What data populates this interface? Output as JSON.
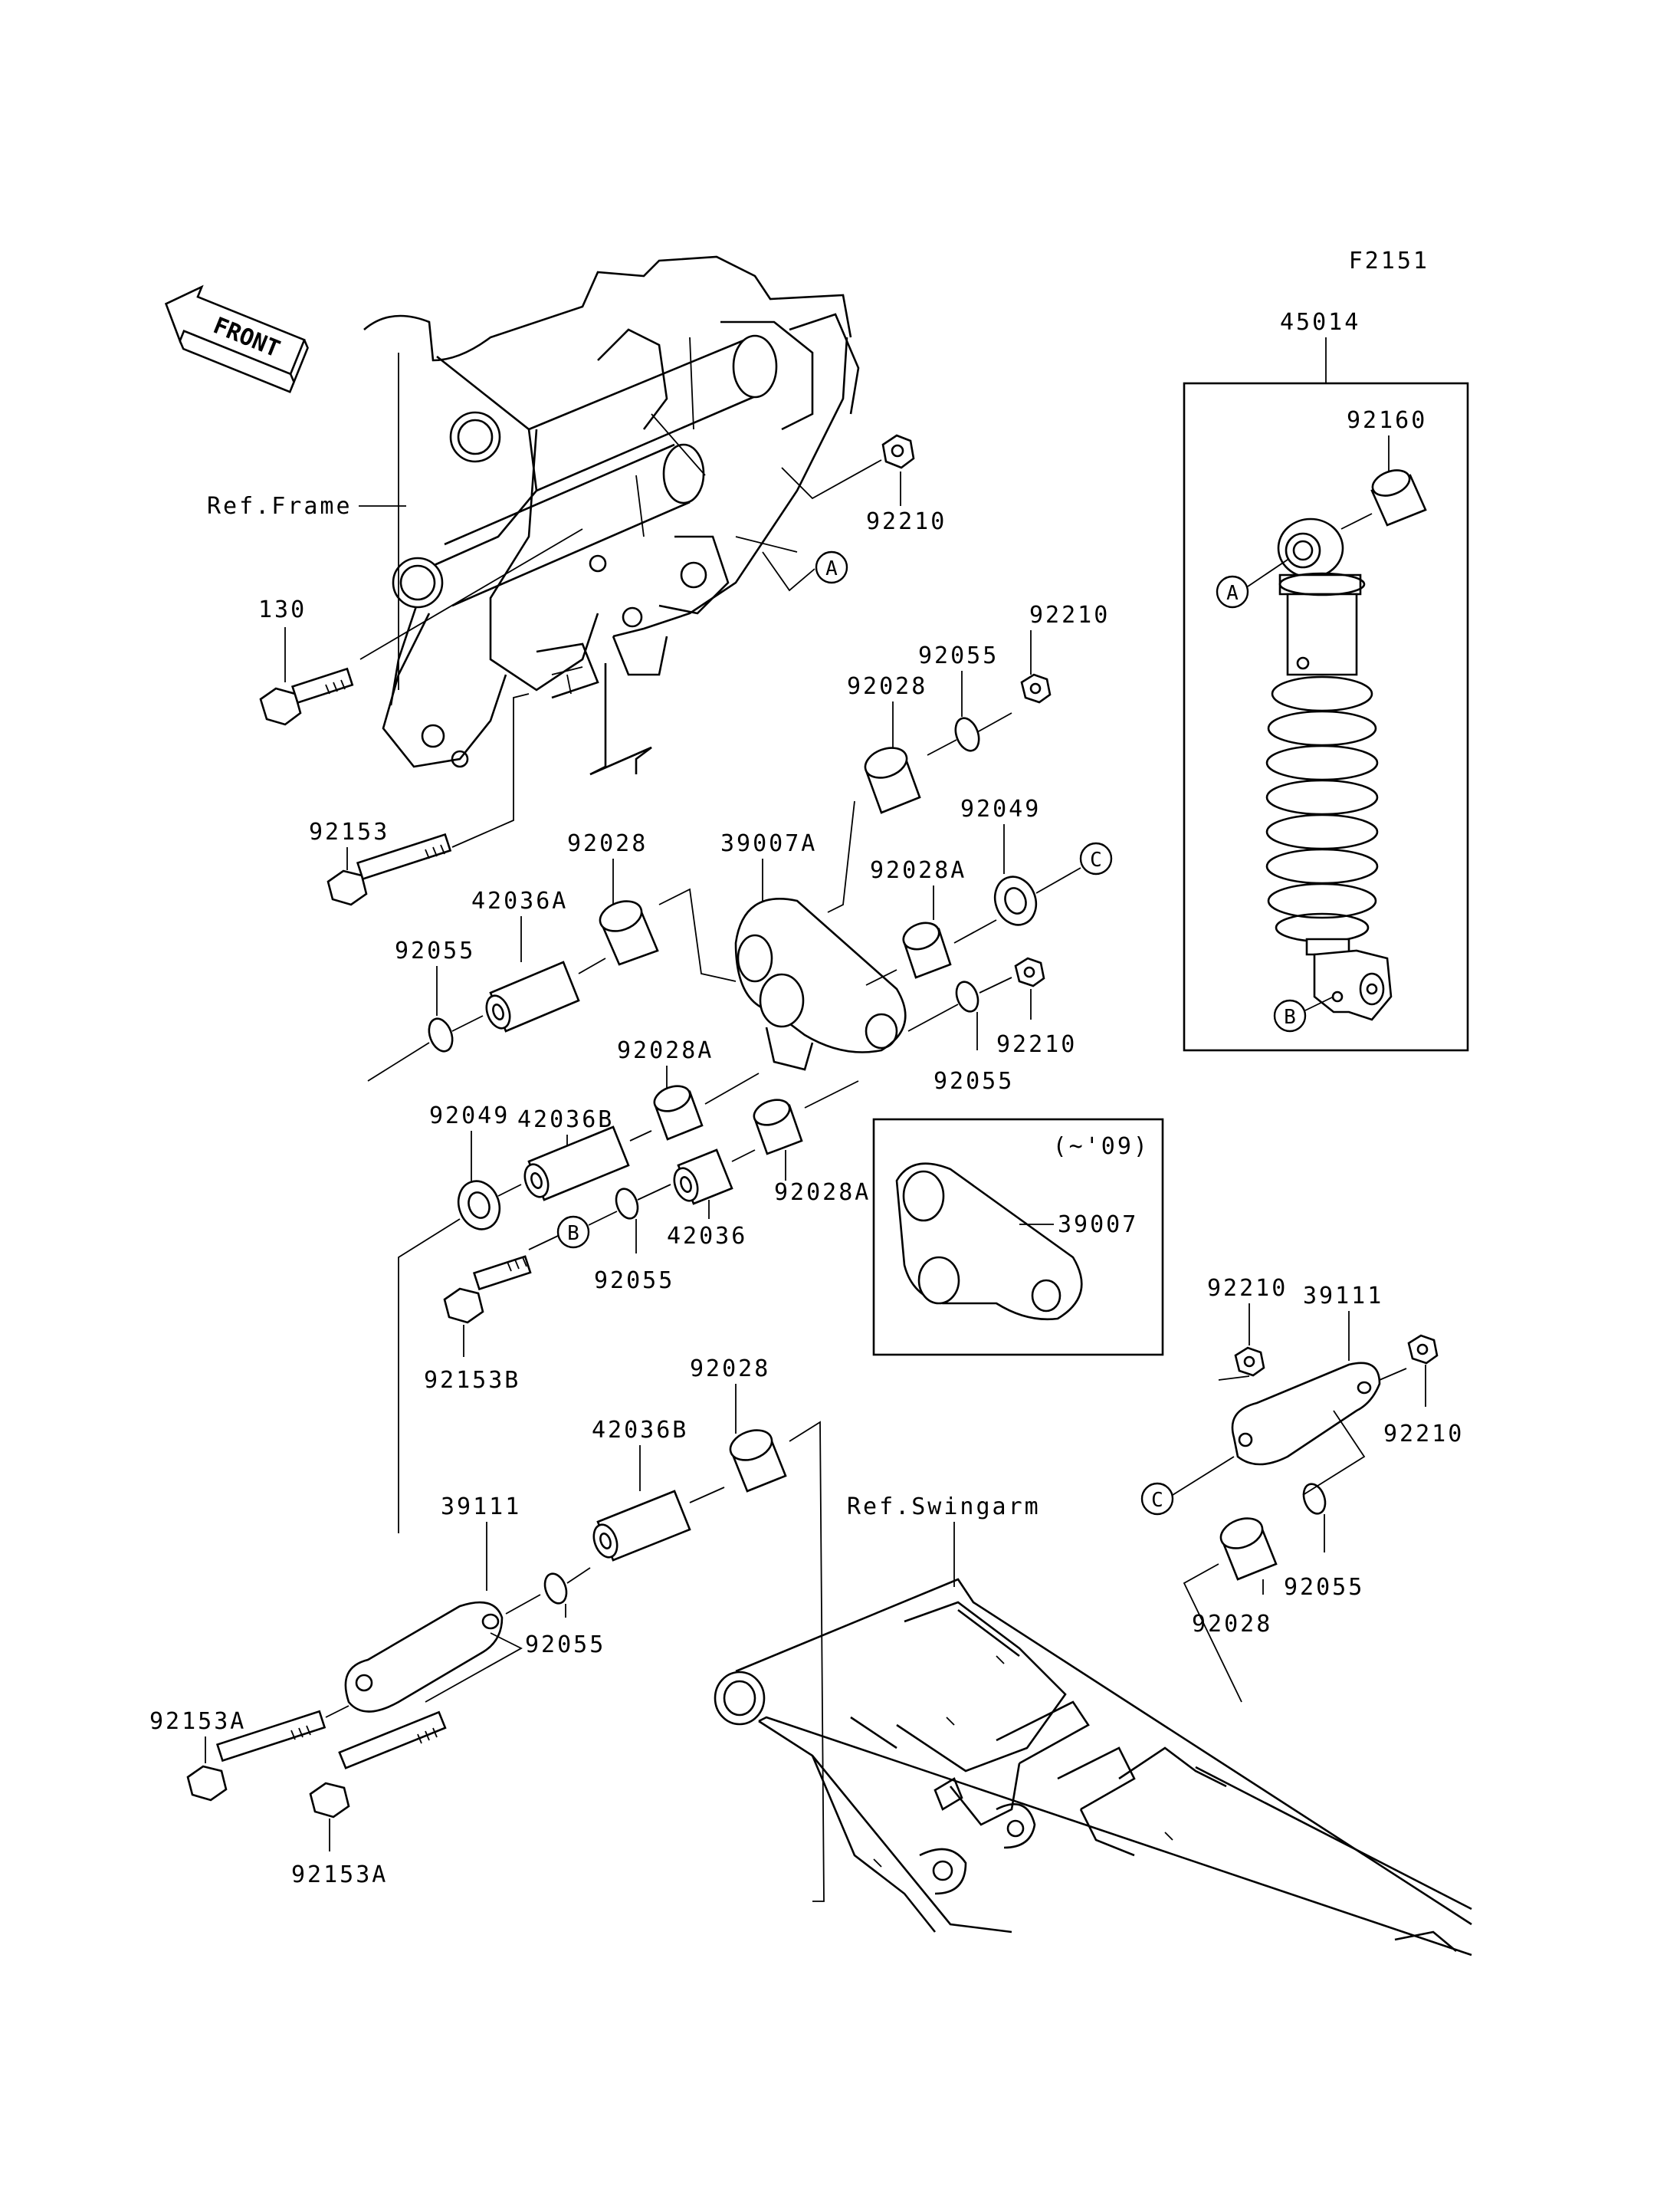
{
  "diagram": {
    "code": "F2151",
    "front_label": "FRONT",
    "ref_frame": "Ref.Frame",
    "ref_swingarm": "Ref.Swingarm",
    "inset_note": "(~'09)",
    "markers": [
      "A",
      "B",
      "C"
    ],
    "part_numbers": {
      "p45014": "45014",
      "p92160": "92160",
      "p92210a": "92210",
      "p130": "130",
      "p92210b": "92210",
      "p92055a": "92055",
      "p92028a": "92028",
      "p92153": "92153",
      "p92049a": "92049",
      "p92028b": "92028",
      "p39007A": "39007A",
      "p92028Aa": "92028A",
      "p42036A": "42036A",
      "p92055b": "92055",
      "p92210c": "92210",
      "p92028Ab": "92028A",
      "p92055c": "92055",
      "p42036B1": "42036B",
      "p92049b": "92049",
      "p92028Ac": "92028A",
      "p42036": "42036",
      "p92055d": "92055",
      "p92153B": "92153B",
      "p39007": "39007",
      "p92210d": "92210",
      "p39111a": "39111",
      "p92210e": "92210",
      "p92028c": "92028",
      "p42036B2": "42036B",
      "p39111b": "39111",
      "p92055e": "92055",
      "p92055f": "92055",
      "p92028d": "92028",
      "p92153Aa": "92153A",
      "p92153Ab": "92153A"
    }
  }
}
